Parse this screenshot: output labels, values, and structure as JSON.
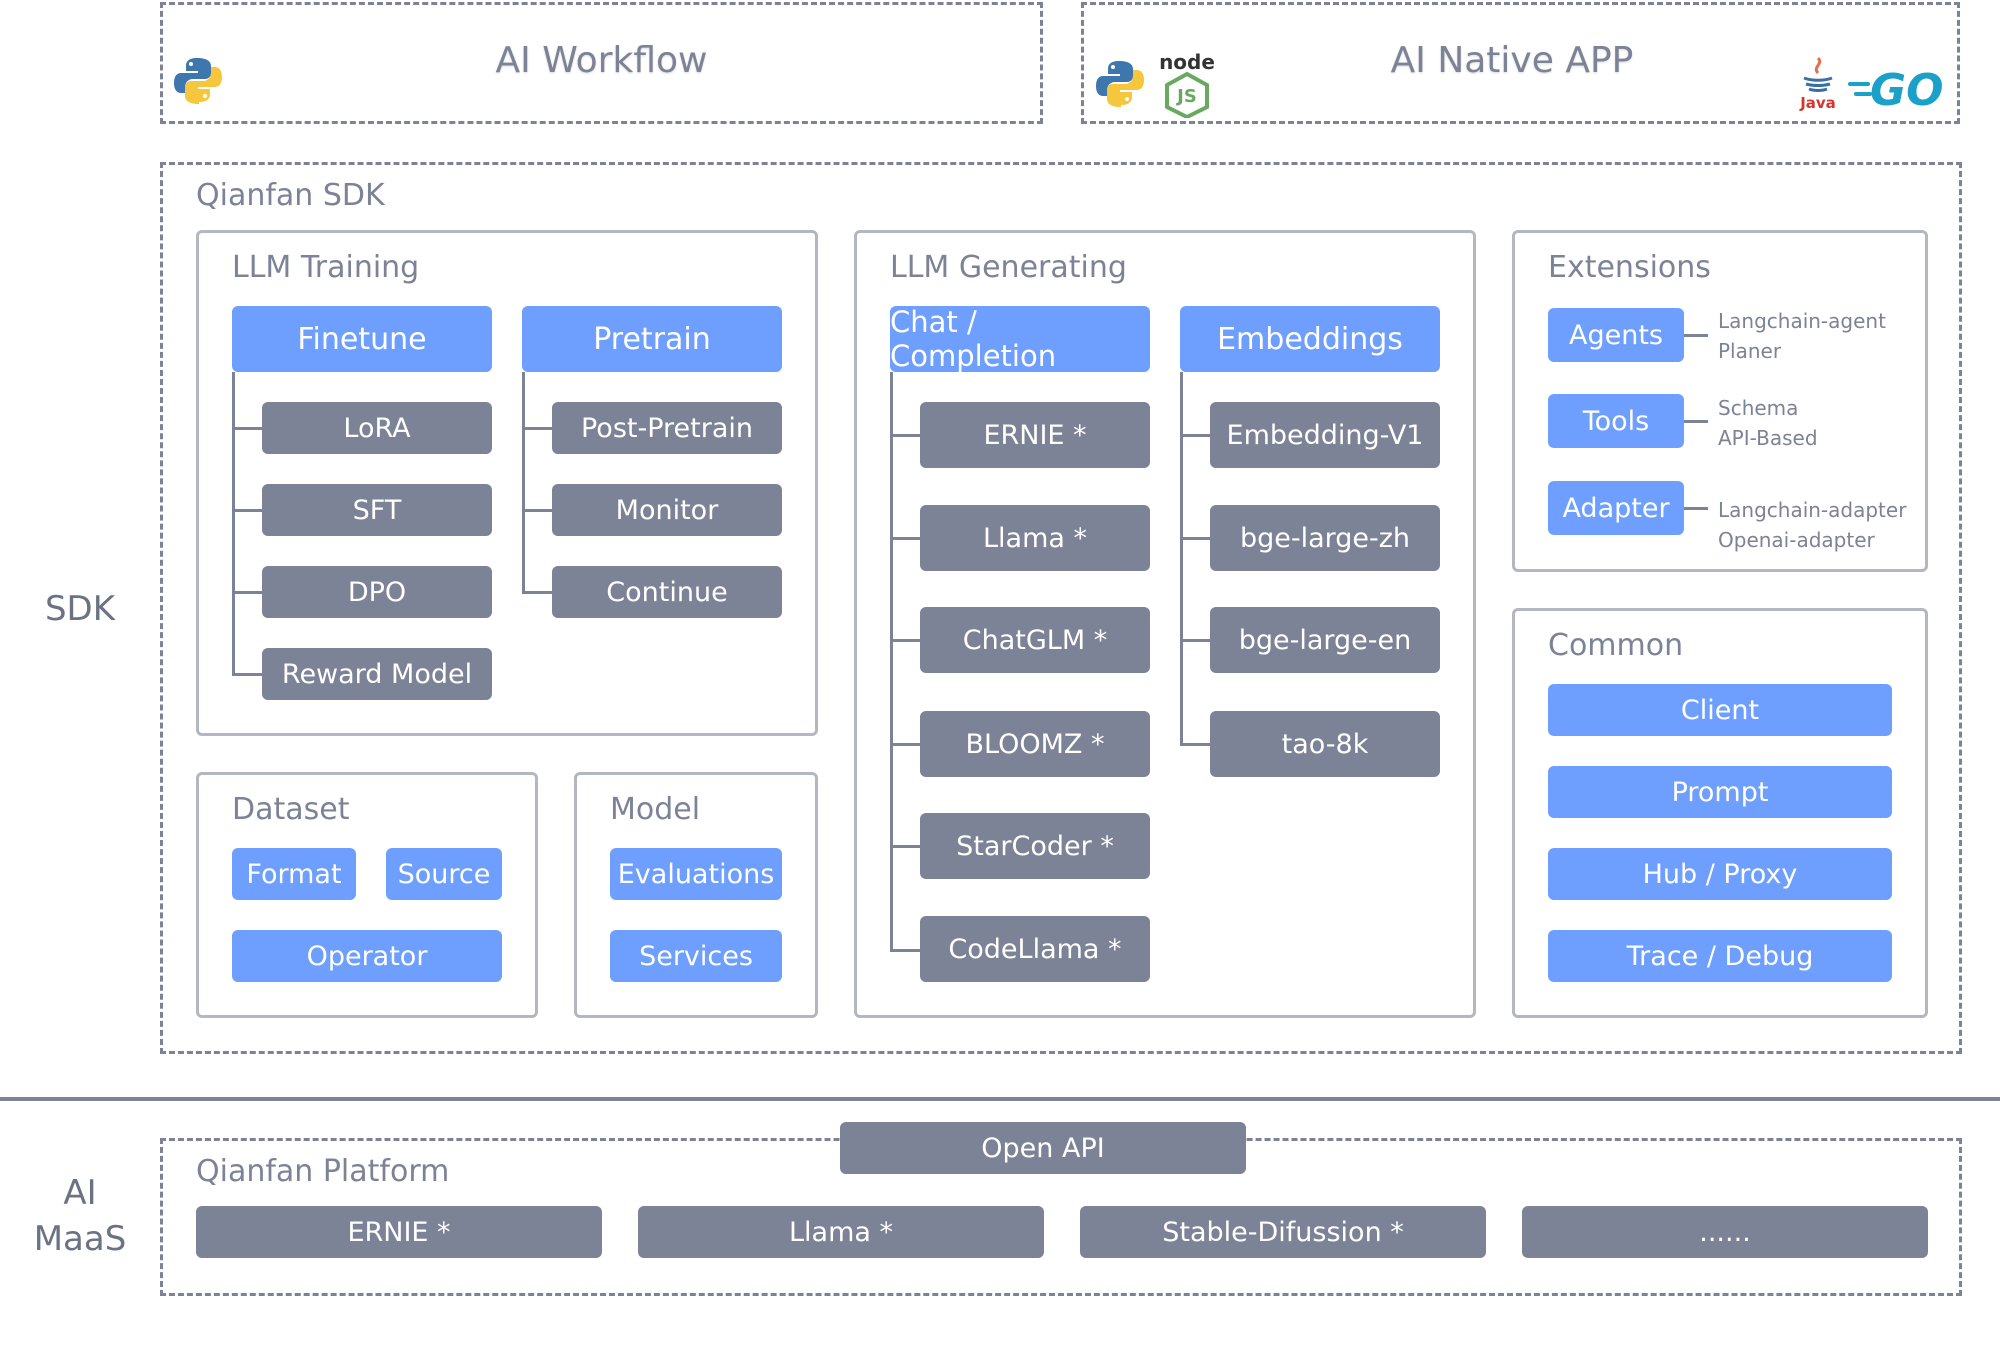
{
  "top": {
    "workflow_title": "AI Workflow",
    "native_title": "AI Native APP",
    "icons": [
      "python-icon",
      "nodejs-icon",
      "java-icon",
      "go-icon"
    ],
    "node_text": "node",
    "js_text": "JS",
    "java_text": "Java",
    "go_text": "GO"
  },
  "sdk": {
    "side_label": "SDK",
    "title": "Qianfan SDK",
    "training": {
      "title": "LLM Training",
      "finetune": {
        "label": "Finetune",
        "items": [
          "LoRA",
          "SFT",
          "DPO",
          "Reward Model"
        ]
      },
      "pretrain": {
        "label": "Pretrain",
        "items": [
          "Post-Pretrain",
          "Monitor",
          "Continue"
        ]
      }
    },
    "dataset": {
      "title": "Dataset",
      "format": "Format",
      "source": "Source",
      "operator": "Operator"
    },
    "model": {
      "title": "Model",
      "evaluations": "Evaluations",
      "services": "Services"
    },
    "generating": {
      "title": "LLM Generating",
      "chat": {
        "label": "Chat / Completion",
        "items": [
          "ERNIE *",
          "Llama *",
          "ChatGLM *",
          "BLOOMZ *",
          "StarCoder *",
          "CodeLlama *"
        ]
      },
      "embeddings": {
        "label": "Embeddings",
        "items": [
          "Embedding-V1",
          "bge-large-zh",
          "bge-large-en",
          "tao-8k"
        ]
      }
    },
    "extensions": {
      "title": "Extensions",
      "items": [
        {
          "label": "Agents",
          "note1": "Langchain-agent",
          "note2": "Planer"
        },
        {
          "label": "Tools",
          "note1": "Schema",
          "note2": "API-Based"
        },
        {
          "label": "Adapter",
          "note1": "Langchain-adapter",
          "note2": "Openai-adapter"
        }
      ]
    },
    "common": {
      "title": "Common",
      "items": [
        "Client",
        "Prompt",
        "Hub / Proxy",
        "Trace / Debug"
      ]
    }
  },
  "platform": {
    "side_label_1": "AI",
    "side_label_2": "MaaS",
    "title": "Qianfan Platform",
    "open_api": "Open API",
    "models": [
      "ERNIE *",
      "Llama *",
      "Stable-Difussion *",
      "......"
    ]
  },
  "colors": {
    "accent_blue": "#6e9ffe",
    "node_gray": "#7d8396",
    "border_gray": "#b4b7c1"
  }
}
